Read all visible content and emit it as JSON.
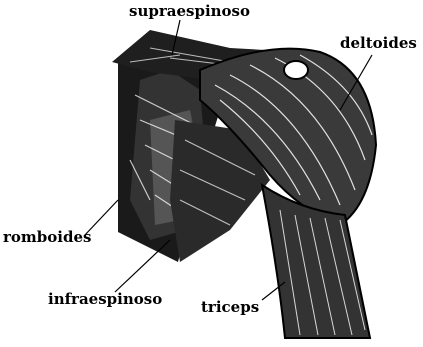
{
  "labels": {
    "supraespinoso": "supraespinoso",
    "deltoides": "deltoides",
    "romboides": "romboides",
    "infraespinoso": "infraespinoso",
    "triceps": "triceps"
  },
  "colors": {
    "ink": "#000000",
    "paper": "#ffffff"
  }
}
